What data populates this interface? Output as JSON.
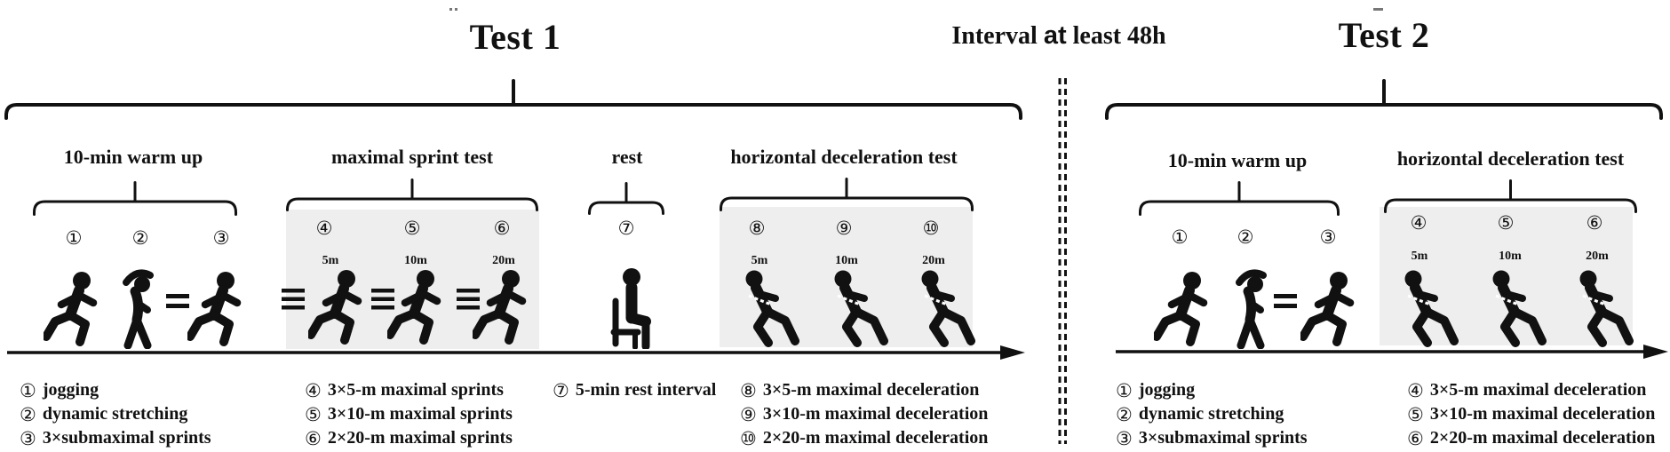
{
  "header": {
    "test1_title": "Test 1",
    "interval_pre": "Interval",
    "interval_mid": "at",
    "interval_post": "least 48h",
    "test2_title": "Test 2"
  },
  "colors": {
    "ink": "#111111",
    "shaded_box": "#eeeeee",
    "background": "#ffffff"
  },
  "icons": {
    "runner": "runner-icon",
    "stretching": "stretch-icon",
    "equals": "equals-icon",
    "speed_lines": "speed-lines-icon",
    "sitting": "sitting-person-icon",
    "decelerating": "decel-runner-icon"
  },
  "test1": {
    "sections": {
      "warmup": {
        "label": "10-min warm up",
        "steps": [
          {
            "num": "①"
          },
          {
            "num": "②"
          },
          {
            "num": "③"
          }
        ]
      },
      "sprint": {
        "label": "maximal sprint test",
        "steps": [
          {
            "num": "④",
            "distance": "5m"
          },
          {
            "num": "⑤",
            "distance": "10m"
          },
          {
            "num": "⑥",
            "distance": "20m"
          }
        ]
      },
      "rest": {
        "label": "rest",
        "steps": [
          {
            "num": "⑦"
          }
        ]
      },
      "decel": {
        "label": "horizontal deceleration test",
        "steps": [
          {
            "num": "⑧",
            "distance": "5m"
          },
          {
            "num": "⑨",
            "distance": "10m"
          },
          {
            "num": "⑩",
            "distance": "20m"
          }
        ]
      }
    },
    "legend": {
      "col1": [
        {
          "num": "①",
          "text": "jogging"
        },
        {
          "num": "②",
          "text": "dynamic stretching"
        },
        {
          "num": "③",
          "text": "3×submaximal sprints"
        }
      ],
      "col2": [
        {
          "num": "④",
          "text": "3×5-m maximal sprints"
        },
        {
          "num": "⑤",
          "text": "3×10-m maximal sprints"
        },
        {
          "num": "⑥",
          "text": "2×20-m maximal sprints"
        }
      ],
      "col3": [
        {
          "num": "⑦",
          "text": "5-min rest interval"
        }
      ],
      "col4": [
        {
          "num": "⑧",
          "text": "3×5-m maximal deceleration"
        },
        {
          "num": "⑨",
          "text": "3×10-m maximal deceleration"
        },
        {
          "num": "⑩",
          "text": "2×20-m maximal deceleration"
        }
      ]
    }
  },
  "test2": {
    "sections": {
      "warmup": {
        "label": "10-min warm up",
        "steps": [
          {
            "num": "①"
          },
          {
            "num": "②"
          },
          {
            "num": "③"
          }
        ]
      },
      "decel": {
        "label": "horizontal deceleration test",
        "steps": [
          {
            "num": "④",
            "distance": "5m"
          },
          {
            "num": "⑤",
            "distance": "10m"
          },
          {
            "num": "⑥",
            "distance": "20m"
          }
        ]
      }
    },
    "legend": {
      "col1": [
        {
          "num": "①",
          "text": "jogging"
        },
        {
          "num": "②",
          "text": "dynamic stretching"
        },
        {
          "num": "③",
          "text": "3×submaximal sprints"
        }
      ],
      "col2": [
        {
          "num": "④",
          "text": "3×5-m maximal deceleration"
        },
        {
          "num": "⑤",
          "text": "3×10-m maximal deceleration"
        },
        {
          "num": "⑥",
          "text": "2×20-m maximal deceleration"
        }
      ]
    }
  }
}
